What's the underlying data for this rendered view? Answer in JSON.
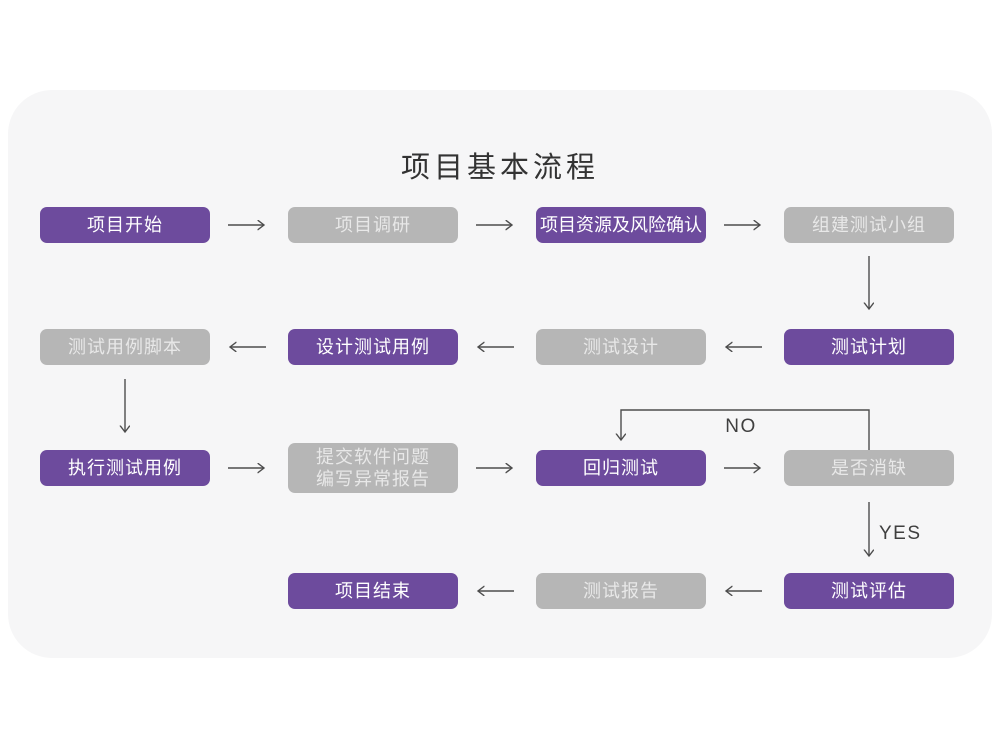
{
  "title": "项目基本流程",
  "colors": {
    "page_background": "#ffffff",
    "card_background": "#f6f6f7",
    "primary_node": "#6d4b9d",
    "secondary_node": "#b6b6b6",
    "primary_node_text": "#ffffff",
    "secondary_node_text": "#e2e2e2",
    "arrow": "#4d4d4d",
    "title_text": "#333333"
  },
  "flowchart": {
    "nodes": [
      {
        "label": "项目开始",
        "type": "primary"
      },
      {
        "label": "项目调研",
        "type": "secondary"
      },
      {
        "label": "项目资源及风险确认",
        "type": "primary"
      },
      {
        "label": "组建测试小组",
        "type": "secondary"
      },
      {
        "label": "测试用例脚本",
        "type": "secondary"
      },
      {
        "label": "设计测试用例",
        "type": "primary"
      },
      {
        "label": "测试设计",
        "type": "secondary"
      },
      {
        "label": "测试计划",
        "type": "primary"
      },
      {
        "label": "执行测试用例",
        "type": "primary"
      },
      {
        "label": "提交软件问题\n编写异常报告",
        "type": "secondary"
      },
      {
        "label": "回归测试",
        "type": "primary"
      },
      {
        "label": "是否消缺",
        "type": "secondary"
      },
      {
        "label": "项目结束",
        "type": "primary"
      },
      {
        "label": "测试报告",
        "type": "secondary"
      },
      {
        "label": "测试评估",
        "type": "primary"
      }
    ],
    "decision_labels": {
      "no": "NO",
      "yes": "YES"
    },
    "edges": [
      {
        "from": "项目开始",
        "to": "项目调研"
      },
      {
        "from": "项目调研",
        "to": "项目资源及风险确认"
      },
      {
        "from": "项目资源及风险确认",
        "to": "组建测试小组"
      },
      {
        "from": "组建测试小组",
        "to": "测试计划"
      },
      {
        "from": "测试计划",
        "to": "测试设计"
      },
      {
        "from": "测试设计",
        "to": "设计测试用例"
      },
      {
        "from": "设计测试用例",
        "to": "测试用例脚本"
      },
      {
        "from": "测试用例脚本",
        "to": "执行测试用例"
      },
      {
        "from": "执行测试用例",
        "to": "提交软件问题 编写异常报告"
      },
      {
        "from": "提交软件问题 编写异常报告",
        "to": "回归测试"
      },
      {
        "from": "回归测试",
        "to": "是否消缺"
      },
      {
        "from": "是否消缺",
        "to": "回归测试",
        "label": "NO"
      },
      {
        "from": "是否消缺",
        "to": "测试评估",
        "label": "YES"
      },
      {
        "from": "测试评估",
        "to": "测试报告"
      },
      {
        "from": "测试报告",
        "to": "项目结束"
      }
    ]
  }
}
